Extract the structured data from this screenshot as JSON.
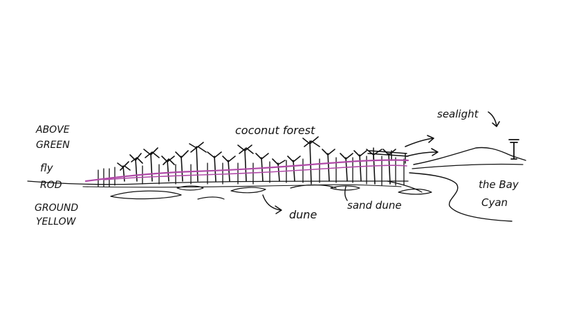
{
  "labels": {
    "above": "ABOVE",
    "green": "GREEN",
    "fly": "fly",
    "rod": "ROD",
    "ground": "GROUND",
    "yellow": "YELLOW",
    "coconut_forest": "coconut forest",
    "sealight": "sealight",
    "dune": "dune",
    "sand_dune": "sand dune",
    "the_bay": "the Bay",
    "cyan": "Cyan"
  },
  "colors": {
    "ink": "#111111",
    "fly_rod": "#b04aa8",
    "background": "#ffffff"
  }
}
